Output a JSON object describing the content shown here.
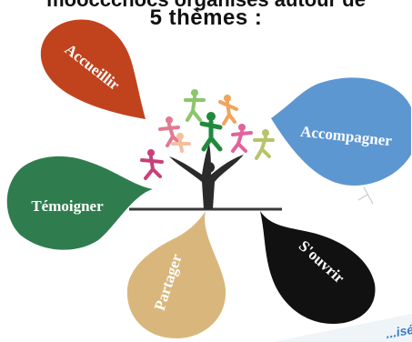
{
  "header": {
    "top_line_fragment": "... organisés autour de",
    "subtitle": "5 thèmes :"
  },
  "themes": [
    {
      "label": "Accueillir",
      "color": "#c0431e"
    },
    {
      "label": "Accompagner",
      "color": "#5d97d1"
    },
    {
      "label": "Témoigner",
      "color": "#2f7d4e"
    },
    {
      "label": "Partager",
      "color": "#d9b77c"
    },
    {
      "label": "S'ouvrir",
      "color": "#111111"
    }
  ],
  "footer": {
    "text": "...isé"
  },
  "colors": {
    "tree_trunk": "#2b2b2b",
    "ground_line": "#3a3a3a"
  }
}
